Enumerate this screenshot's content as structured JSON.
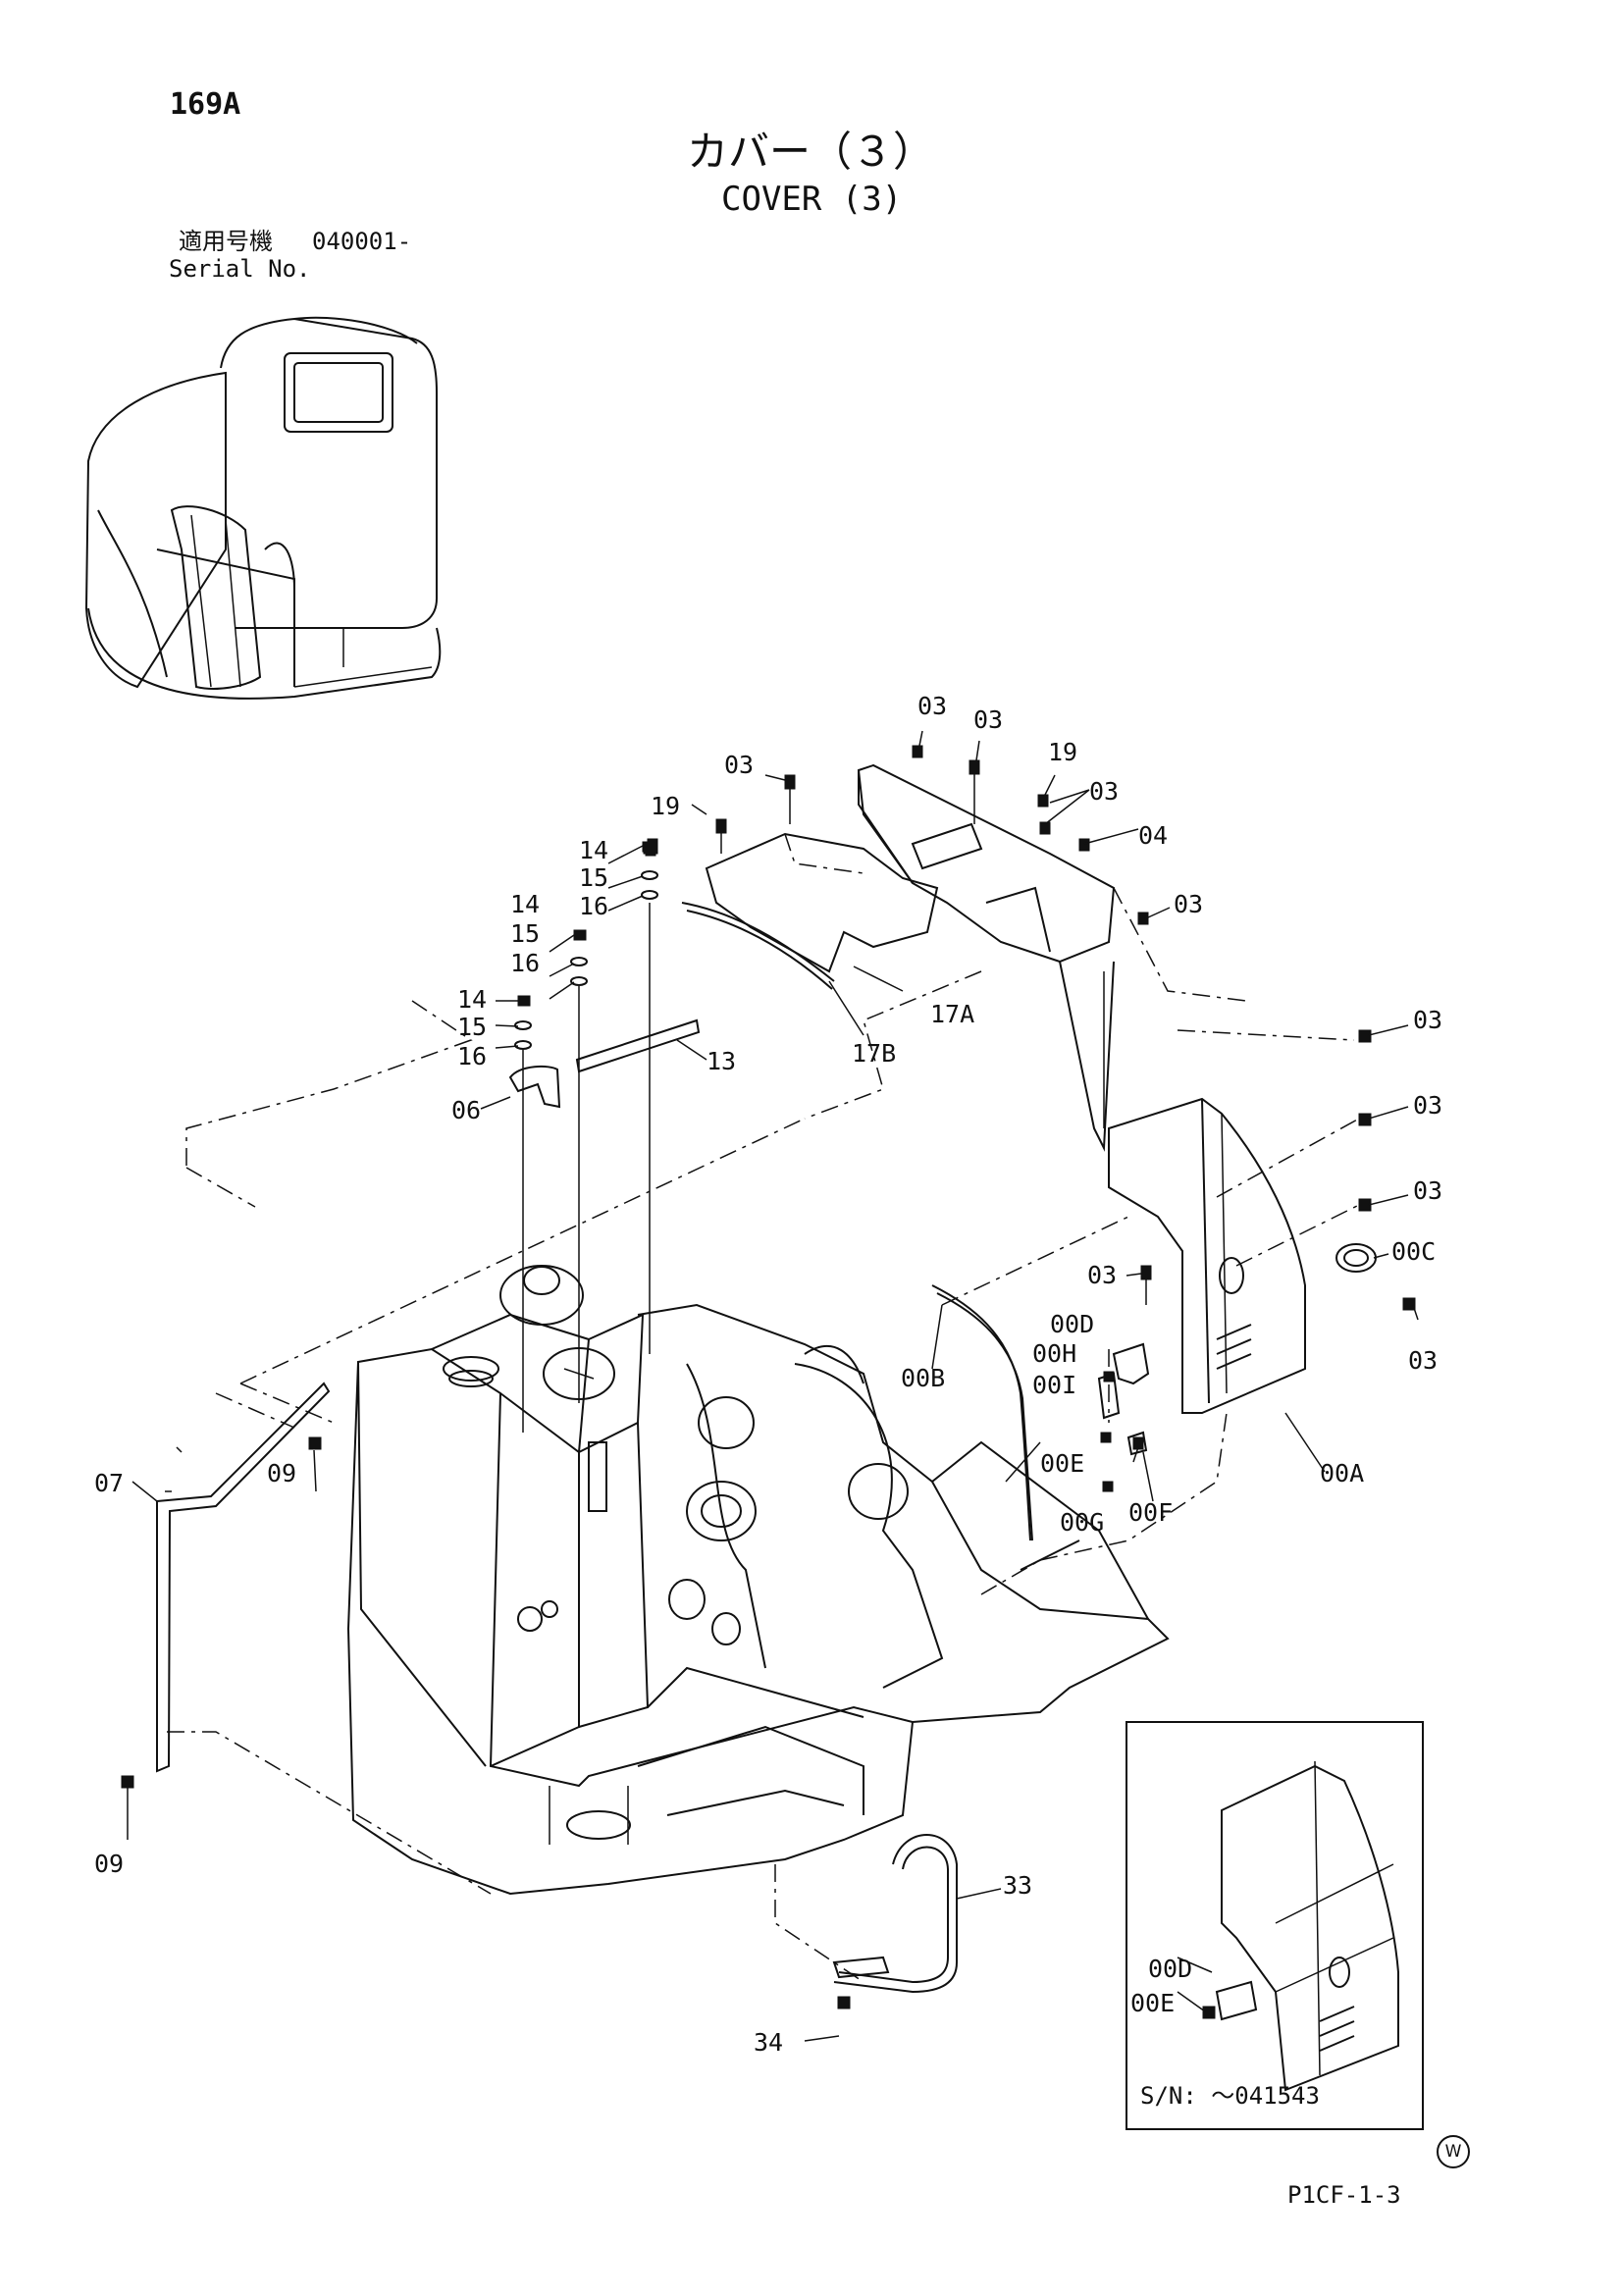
{
  "header": {
    "page_number": "169A",
    "title_jp": "カバー（３）",
    "title_en": "COVER (3)",
    "serial_label_jp": "適用号機",
    "serial_from": "040001-",
    "serial_label_en": "Serial No."
  },
  "inset": {
    "serial_text": "S/N: ～041543"
  },
  "footer": {
    "reference_code": "P1CF-1-3",
    "mark": "W"
  },
  "labels": [
    "03",
    "03",
    "03",
    "03",
    "19",
    "19",
    "03",
    "04",
    "03",
    "14",
    "15",
    "16",
    "14",
    "15",
    "16",
    "14",
    "15",
    "16",
    "06",
    "13",
    "17A",
    "17B",
    "03",
    "03",
    "03",
    "00C",
    "03",
    "03",
    "00D",
    "00H",
    "00I",
    "00B",
    "00E",
    "00G",
    "00F",
    "00A",
    "07",
    "09",
    "09",
    "33",
    "34",
    "00D",
    "00E"
  ]
}
